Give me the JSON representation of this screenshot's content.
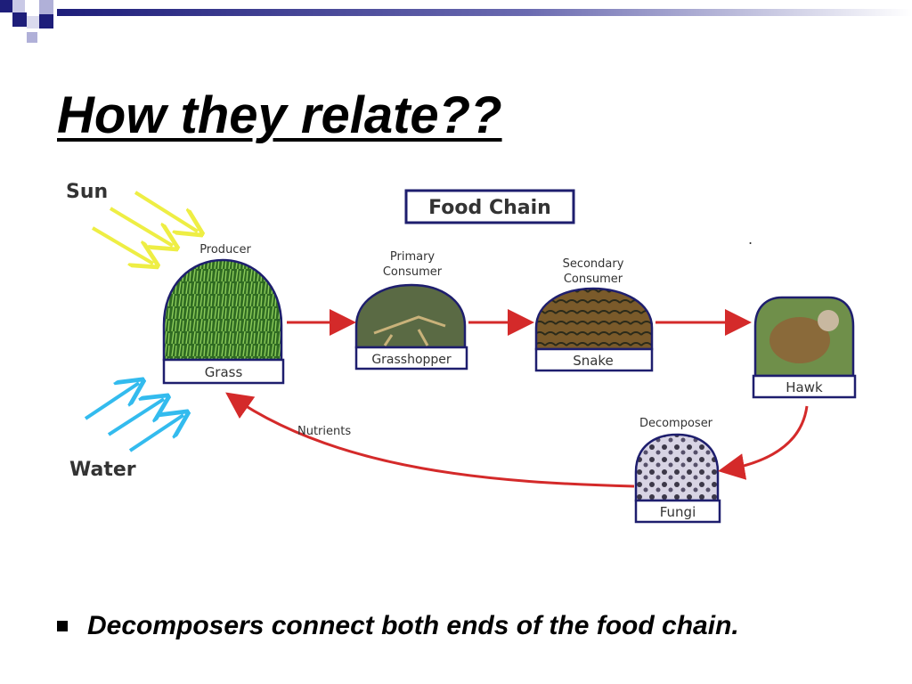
{
  "slide": {
    "title": "How they relate??",
    "bullet": "Decomposers connect both ends of the food chain."
  },
  "diagram": {
    "heading": "Food Chain",
    "sun_label": "Sun",
    "water_label": "Water",
    "nutrients_label": "Nutrients",
    "dot": ".",
    "nodes": [
      {
        "role_line1": "Producer",
        "role_line2": "",
        "name": "Grass"
      },
      {
        "role_line1": "Primary",
        "role_line2": "Consumer",
        "name": "Grasshopper"
      },
      {
        "role_line1": "Secondary",
        "role_line2": "Consumer",
        "name": "Snake"
      },
      {
        "role_line1": "",
        "role_line2": "",
        "name": "Hawk"
      },
      {
        "role_line1": "Decomposer",
        "role_line2": "",
        "name": "Fungi"
      }
    ]
  },
  "colors": {
    "arrow": "#d42a2a",
    "sun_rays": "#eeee44",
    "water_arrows": "#33bbee",
    "frame": "#1e1e6e",
    "accent": "#1e1e7a"
  }
}
